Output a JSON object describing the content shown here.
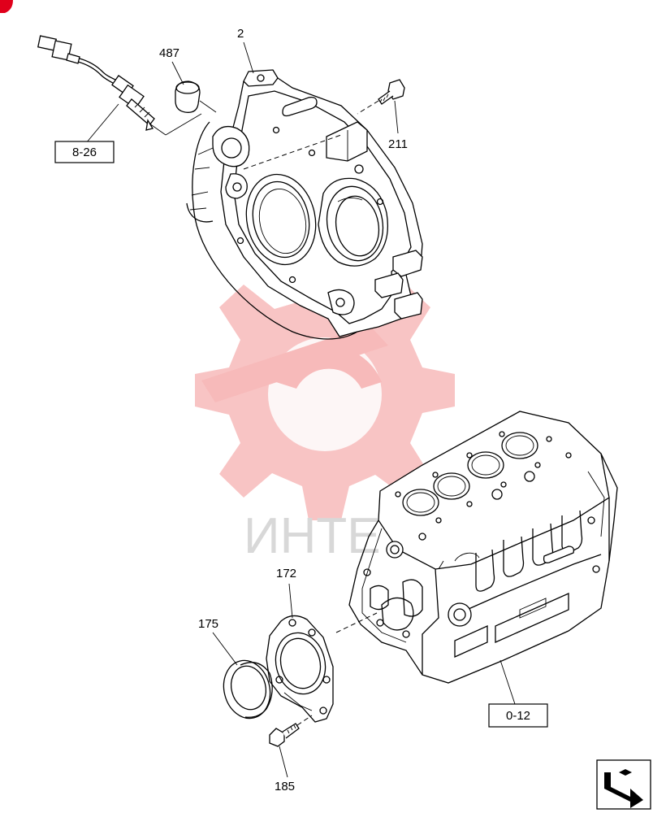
{
  "callouts": {
    "c2": "2",
    "c487": "487",
    "c211": "211",
    "c826": "8-26",
    "c172": "172",
    "c175": "175",
    "c185": "185",
    "c012": "0-12"
  },
  "watermark": {
    "text": "ИНТЕ",
    "color": "#f5a3a3"
  },
  "colors": {
    "line": "#000000",
    "background": "#ffffff",
    "corner_mark": "#e0001b"
  },
  "icons": {
    "navigation": "next-page-arrow-icon"
  }
}
